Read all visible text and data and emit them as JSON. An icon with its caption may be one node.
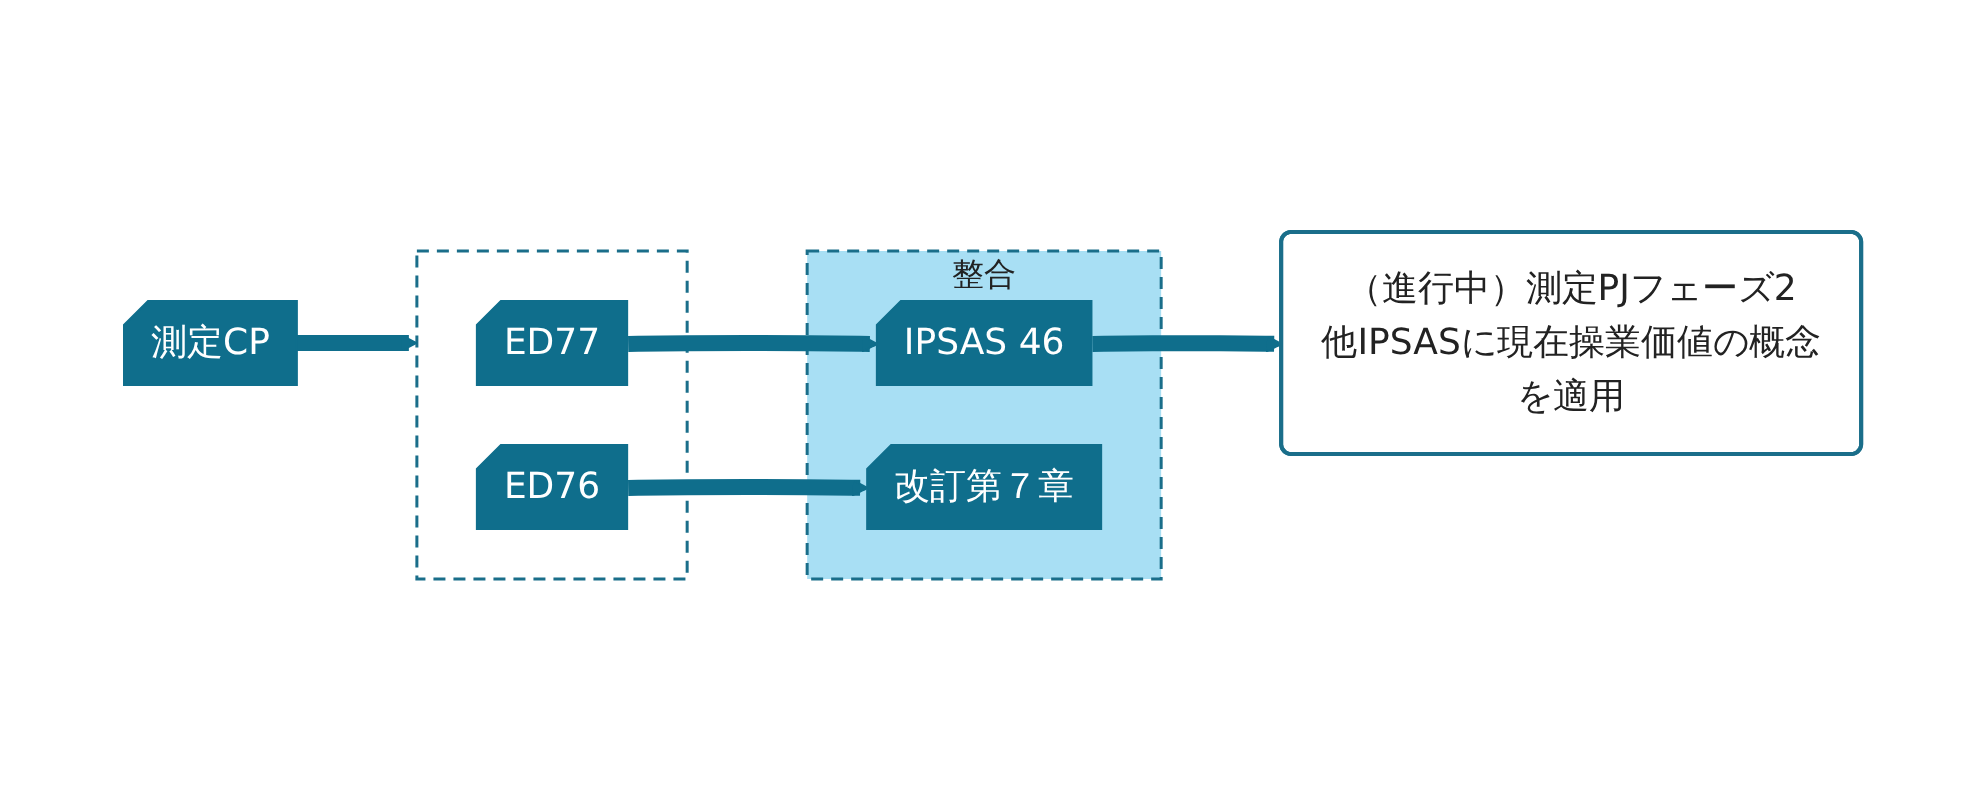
{
  "diagram": {
    "nodes": [
      {
        "text": [
          "測定CP"
        ]
      },
      {
        "text": [],
        "shape": "box"
      },
      {
        "text": [
          "ED77"
        ],
        "in": 1
      },
      {
        "text": [
          "ED76"
        ],
        "in": 1
      },
      {
        "text": [
          "整合"
        ]
      },
      {
        "text": [
          "IPSAS 46"
        ],
        "in": 4
      },
      {
        "text": [
          "改訂第７章"
        ],
        "in": 4
      },
      {
        "text": [
          "（進行中）測定PJフェーズ2",
          "他IPSASに現在操業価値の概念を適用"
        ]
      }
    ],
    "edges": [
      {
        "from": 0,
        "to": 1,
        "arrow": "to"
      },
      {
        "from": 2,
        "to": 5,
        "arrow": "to"
      },
      {
        "from": 3,
        "to": 6,
        "arrow": "to"
      },
      {
        "from": 5,
        "to": 7,
        "arrow": "to"
      }
    ]
  }
}
